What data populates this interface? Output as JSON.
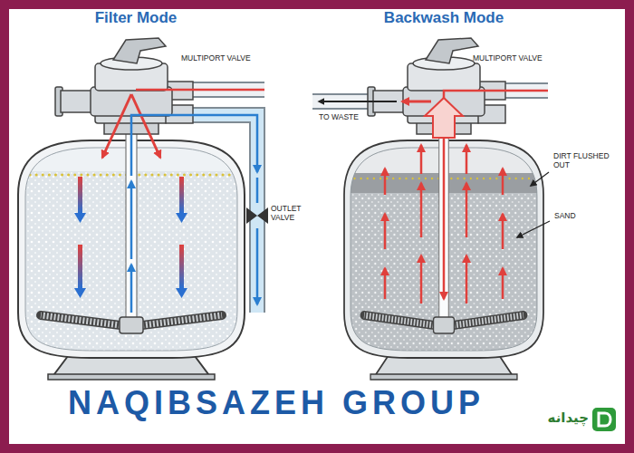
{
  "diagram": {
    "labels": [
      "Filter Mode",
      "Backwash Mode",
      "MULTIPORT VALVE",
      "MULTIPORT VALVE",
      "OUTLET VALVE",
      "TO WASTE",
      "DIRT FLUSHED OUT",
      "SAND",
      "NAQIBSAZEH GROUP",
      "چیدانه"
    ]
  }
}
